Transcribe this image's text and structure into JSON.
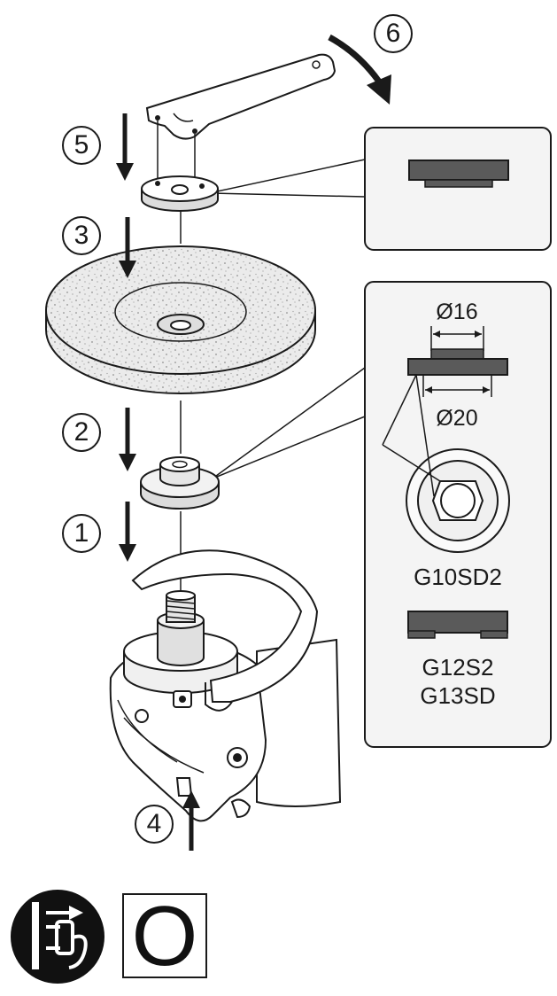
{
  "steps": [
    "1",
    "2",
    "3",
    "4",
    "5",
    "6"
  ],
  "callout": {
    "inner_diameter": "Ø16",
    "outer_diameter": "Ø20",
    "model_a": "G10SD2",
    "model_b_line1": "G12S2",
    "model_b_line2": "G13SD"
  },
  "power_off_symbol": "O",
  "icons": [
    "unplug-icon",
    "power-off-icon"
  ],
  "colors": {
    "ink": "#1a1a1a",
    "wheel_fill": "#e9e9e9",
    "callout_fill": "#f2f2f2",
    "flange_fill": "#555555"
  }
}
